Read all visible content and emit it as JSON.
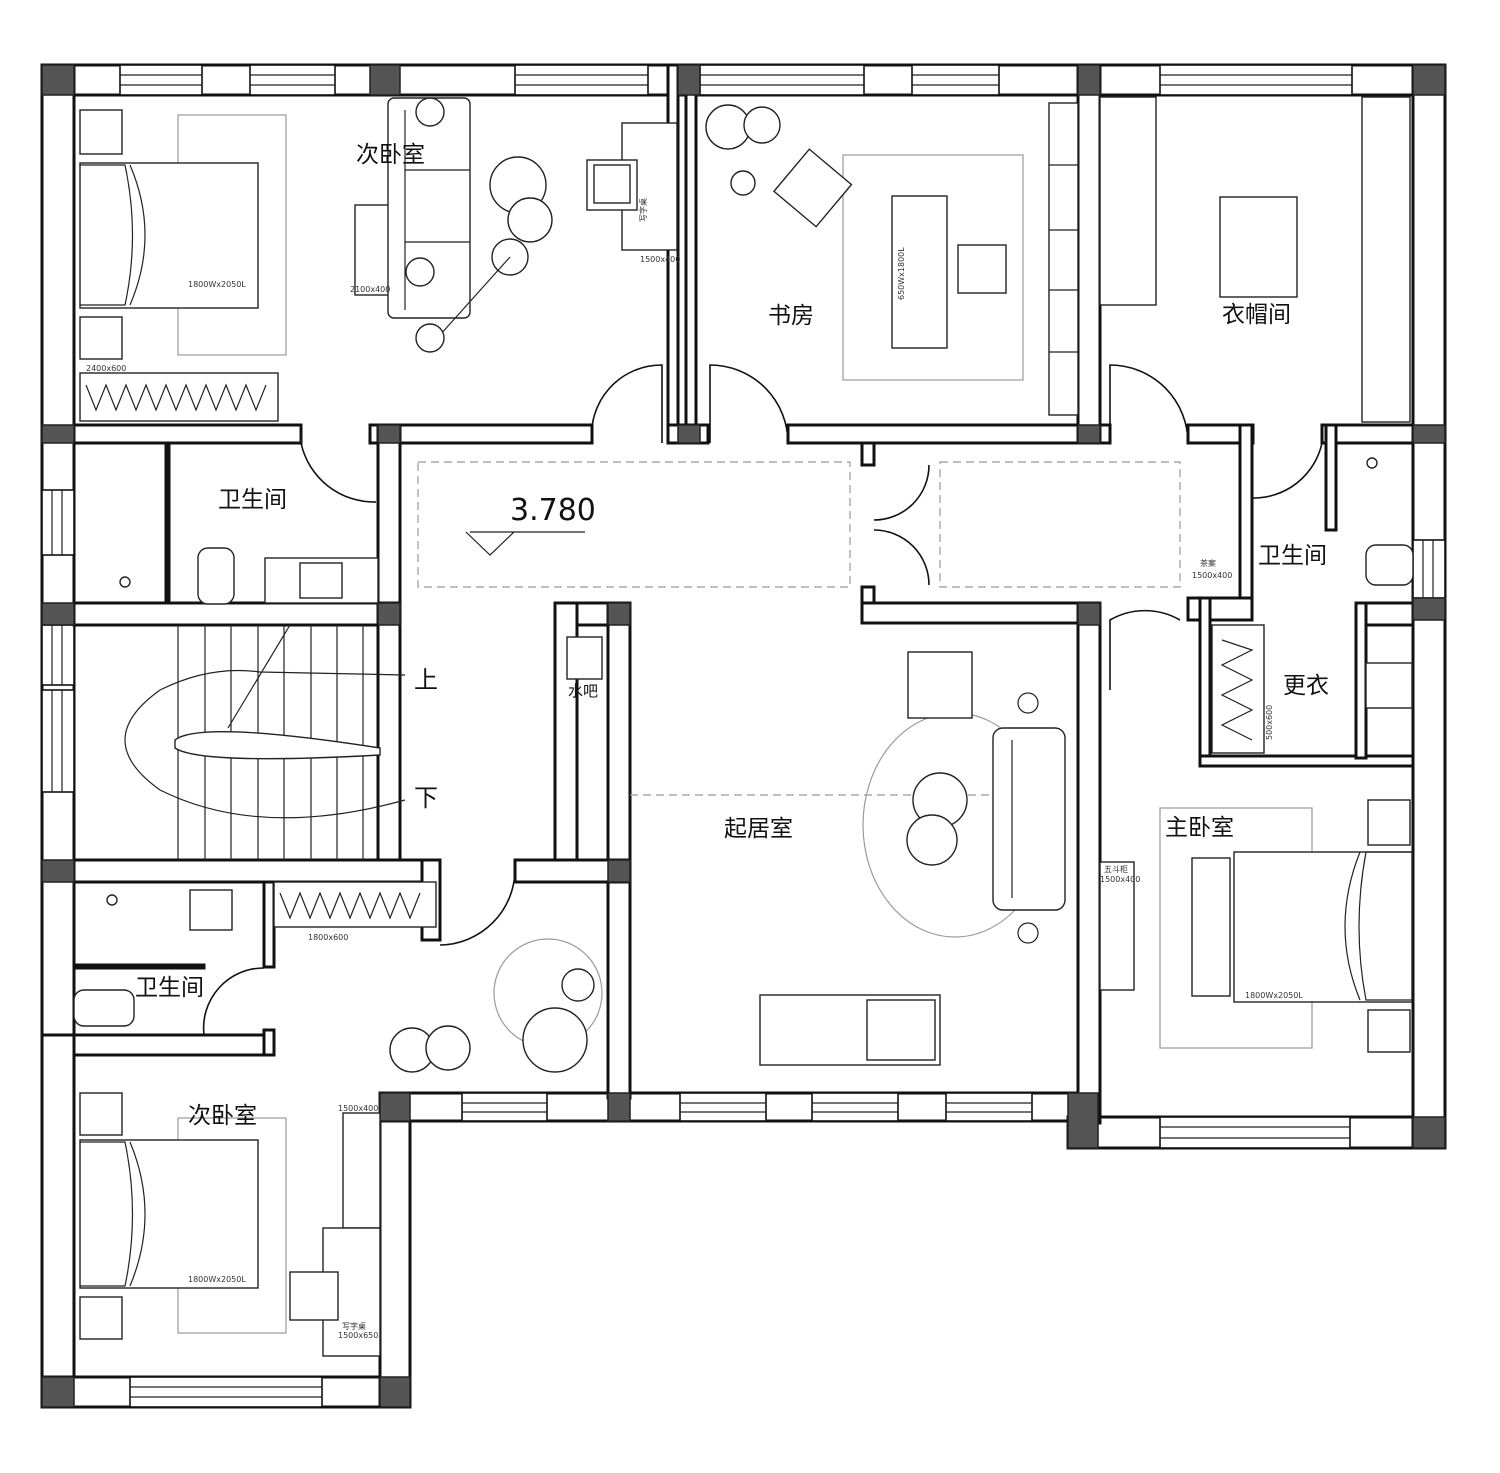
{
  "rooms": {
    "second_bedroom_top": "次卧室",
    "study": "书房",
    "cloakroom": "衣帽间",
    "bathroom_top_left": "卫生间",
    "bathroom_right": "卫生间",
    "changing": "更衣",
    "water_bar": "水吧",
    "living": "起居室",
    "master_bedroom": "主卧室",
    "bathroom_bottom_left": "卫生间",
    "second_bedroom_bottom": "次卧室"
  },
  "stairs": {
    "up": "上",
    "down": "下"
  },
  "elevation": "3.780",
  "dimensions": {
    "bed_top": "1800Wx2050L",
    "wardrobe_top": "2400x600",
    "sofa_top": "2100x400",
    "desk_top_name": "写字桌",
    "desk_top": "1500x400",
    "study_desk": "650Wx1800L",
    "tea_table_name": "茶案",
    "tea_table": "1500x400",
    "changing_wardrobe": "500x600",
    "dresser_name": "五斗柜",
    "dresser": "1500x400",
    "master_bed": "1800Wx2050L",
    "wardrobe_bottom": "1800x600",
    "bed_bottom": "1800Wx2050L",
    "shelf_bottom": "1500x400",
    "desk_bottom_name": "写字桌",
    "desk_bottom": "1500x650"
  }
}
